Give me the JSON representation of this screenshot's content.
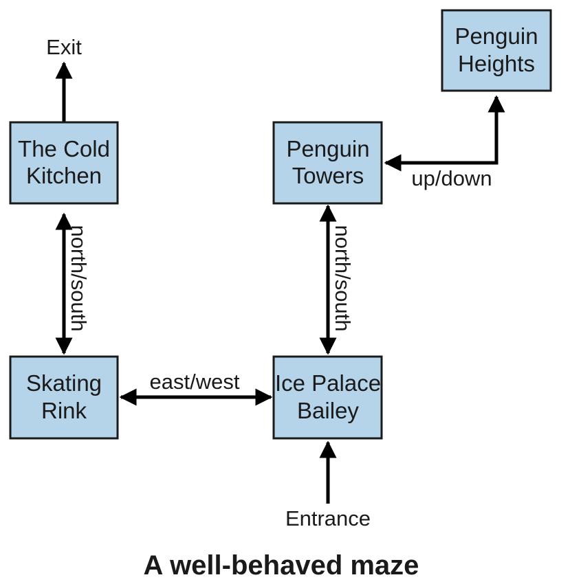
{
  "caption": "A well-behaved maze",
  "rooms": {
    "cold_kitchen": [
      "The Cold",
      "Kitchen"
    ],
    "skating_rink": [
      "Skating",
      "Rink"
    ],
    "ice_palace": [
      "Ice Palace",
      "Bailey"
    ],
    "penguin_towers": [
      "Penguin",
      "Towers"
    ],
    "penguin_heights": [
      "Penguin",
      "Heights"
    ]
  },
  "labels": {
    "exit": "Exit",
    "entrance": "Entrance",
    "north_south_left": "north/south",
    "north_south_right": "north/south",
    "east_west": "east/west",
    "up_down": "up/down"
  },
  "colors": {
    "room_fill": "#b5d3e9",
    "line": "#000000"
  }
}
